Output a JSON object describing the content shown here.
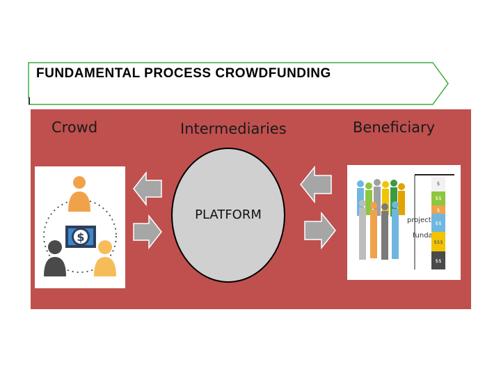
{
  "banner": {
    "title": "FUNDAMENTAL PROCESS CROWDFUNDING"
  },
  "columns": {
    "crowd": "Crowd",
    "intermediaries": "Intermediaries",
    "beneficiary": "Beneficiary"
  },
  "platform": {
    "label": "PLATFORM"
  },
  "crowd_icon": {
    "currency_symbol": "$"
  },
  "beneficiary_chart": {
    "segments": [
      "$",
      "$$",
      "$",
      "$$",
      "$$$",
      "$$"
    ],
    "caption_line1": "project",
    "caption_line2": "fundall"
  },
  "colors": {
    "banner_fill": "#ffffff",
    "banner_border": "#3fae3f",
    "panel": "#bf504e",
    "platform": "#d0d0d0",
    "arrow": "#a6a6a6"
  }
}
